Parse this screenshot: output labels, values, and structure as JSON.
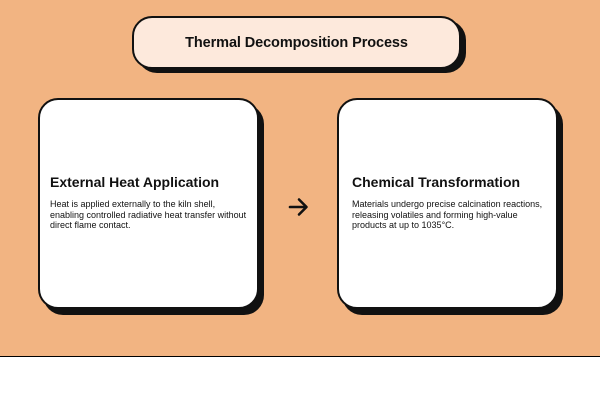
{
  "header": {
    "title": "Thermal Decomposition Process"
  },
  "steps": [
    {
      "title": "External Heat Application",
      "description": "Heat is applied externally to the kiln shell, enabling controlled radiative heat transfer without direct flame contact."
    },
    {
      "title": "Chemical Transformation",
      "description": "Materials undergo precise calcination reactions, releasing volatiles and forming high-value products at up to 1035°C."
    }
  ],
  "connector": {
    "icon": "arrow-right-icon"
  },
  "colors": {
    "background": "#f2b482",
    "title_fill": "#fde9dc",
    "card_fill": "#ffffff",
    "outline": "#111111"
  }
}
